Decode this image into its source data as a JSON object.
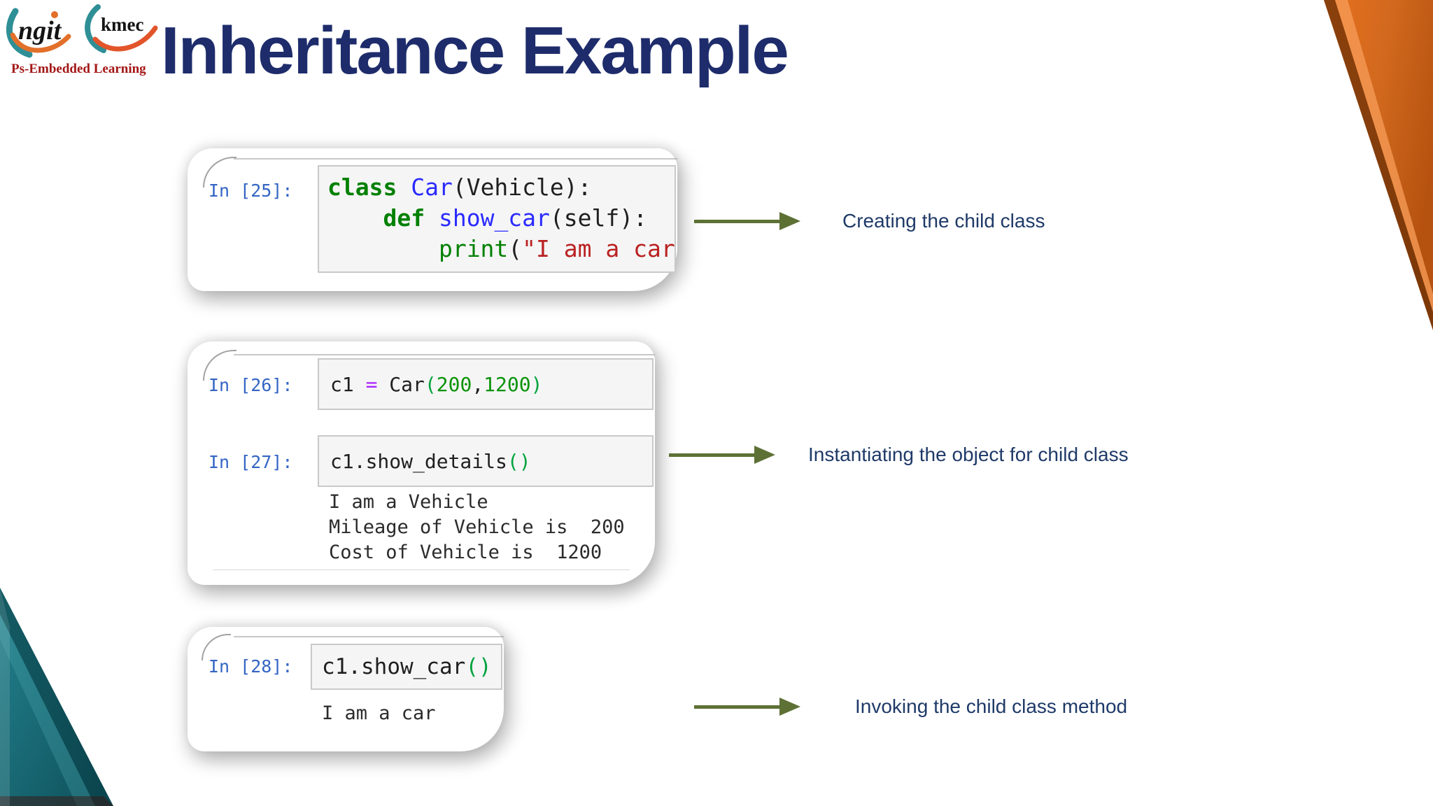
{
  "header": {
    "title": "Inheritance Example",
    "logo": {
      "ngit": "ngit",
      "kmec": "kmec",
      "caption": "Ps-Embedded Learning"
    }
  },
  "cells": [
    {
      "prompt": "In [25]:",
      "lines": [
        [
          {
            "t": "kw",
            "v": "class"
          },
          {
            "t": "pl",
            "v": " "
          },
          {
            "t": "nm",
            "v": "Car"
          },
          {
            "t": "pl",
            "v": "(Vehicle):"
          }
        ],
        [
          {
            "t": "pl",
            "v": "    "
          },
          {
            "t": "kw",
            "v": "def"
          },
          {
            "t": "pl",
            "v": " "
          },
          {
            "t": "nm",
            "v": "show_car"
          },
          {
            "t": "pl",
            "v": "(self):"
          }
        ],
        [
          {
            "t": "pl",
            "v": "        "
          },
          {
            "t": "bi",
            "v": "print"
          },
          {
            "t": "pl",
            "v": "("
          },
          {
            "t": "str",
            "v": "\"I am a car\""
          },
          {
            "t": "pl",
            "v": ")"
          }
        ]
      ]
    },
    {
      "prompt": "In [26]:",
      "lines": [
        [
          {
            "t": "pl",
            "v": "c1 "
          },
          {
            "t": "op",
            "v": "="
          },
          {
            "t": "pl",
            "v": " Car"
          },
          {
            "t": "br",
            "v": "("
          },
          {
            "t": "num",
            "v": "200"
          },
          {
            "t": "pl",
            "v": ","
          },
          {
            "t": "num",
            "v": "1200"
          },
          {
            "t": "br",
            "v": ")"
          }
        ]
      ]
    },
    {
      "prompt": "In [27]:",
      "lines": [
        [
          {
            "t": "pl",
            "v": "c1.show_details"
          },
          {
            "t": "br",
            "v": "()"
          }
        ]
      ],
      "output": [
        "I am a Vehicle",
        "Mileage of Vehicle is  200",
        "Cost of Vehicle is  1200"
      ]
    },
    {
      "prompt": "In [28]:",
      "lines": [
        [
          {
            "t": "pl",
            "v": "c1.show_car"
          },
          {
            "t": "br",
            "v": "()"
          }
        ]
      ],
      "output": [
        "I am a car"
      ]
    }
  ],
  "annotations": [
    {
      "label": "Creating the child class"
    },
    {
      "label": "Instantiating the object for child class"
    },
    {
      "label": "Invoking the child class method"
    }
  ],
  "colors": {
    "title_text": "#1e2c6b",
    "label_text": "#1f3a68",
    "arrow_olive": "#5d7135",
    "prompt_blue": "#3465c4",
    "keyword_green": "#008000",
    "definition_blue": "#2a2aff",
    "string_red": "#ba2121",
    "number_green": "#0a930a",
    "operator_purple": "#aa22ff",
    "matched_bracket_green": "#00a33d",
    "teal_triangle": "#17707c",
    "orange_triangle": "#d2691e",
    "logo_caption_red": "#a31616"
  }
}
